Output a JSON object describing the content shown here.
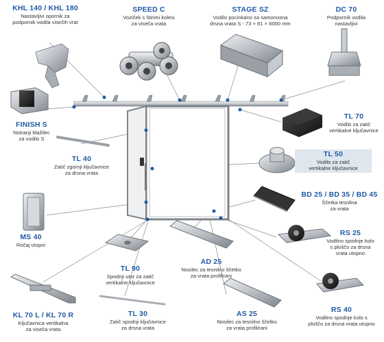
{
  "products": [
    {
      "id": "khl",
      "code": "KHL 140 / KHL 180",
      "desc": "Nastavljivi opornik za\npodpornik vodila visečih vrat"
    },
    {
      "id": "speedc",
      "code": "SPEED C",
      "desc": "Voziček s štirimi kolesi\nza viseča vrata"
    },
    {
      "id": "stagesz",
      "code": "STAGE SZ",
      "desc": "Vodilo pocinkano za samonosna\ndrsna vrata S - 73 × 61 × 6000 mm"
    },
    {
      "id": "dc70",
      "code": "DC 70",
      "desc": "Podpornik vodila\nnastavljivi"
    },
    {
      "id": "finishs",
      "code": "FINISH S",
      "desc": "Notranji blažilec\nza vodilo S"
    },
    {
      "id": "tl70",
      "code": "TL 70",
      "desc": "Vodilo za zatič\nvertikalne ključavnice"
    },
    {
      "id": "tl40",
      "code": "TL 40",
      "desc": "Zatič zgornji ključavnice\nza drsna vrata"
    },
    {
      "id": "tl50",
      "code": "TL 50",
      "desc": "Vodilo za zatič\nvertikalne ključavnice"
    },
    {
      "id": "bd",
      "code": "BD 25 / BD 35 / BD 45",
      "desc": "Ščetka tesnilna\nza vrata"
    },
    {
      "id": "ms40",
      "code": "MS 40",
      "desc": "Ročaj utopni"
    },
    {
      "id": "rs25",
      "code": "RS 25",
      "desc": "Vodilno spodnje kolo\ns ploščo za drsna\nvrata utopno"
    },
    {
      "id": "tl90",
      "code": "TL 90",
      "desc": "Spodnji utor za zatič\nvertikalne ključavnice"
    },
    {
      "id": "ad25",
      "code": "AD 25",
      "desc": "Nosilec za tesnilno ščetko\nza vrata profilirani"
    },
    {
      "id": "kl70",
      "code": "KL 70 L / KL 70 R",
      "desc": "Ključavnica vertikalna\nza viseča vrata"
    },
    {
      "id": "tl30",
      "code": "TL 30",
      "desc": "Zatič spodnji ključavnice\nza drsna vrata"
    },
    {
      "id": "as25",
      "code": "AS 25",
      "desc": "Nosilec za tesnilno ščetko\nza vrata profilirani"
    },
    {
      "id": "rs40",
      "code": "RS 40",
      "desc": "Vodilno spodnje kolo s\nploščo za drsna vrata utopno"
    }
  ],
  "colors": {
    "code": "#1f5aa6",
    "dot": "#1f5aa6",
    "line": "#8a8a8a",
    "metal": "#b9bec4",
    "metal_dark": "#7d838a",
    "highlight": "#dfe6ee"
  }
}
